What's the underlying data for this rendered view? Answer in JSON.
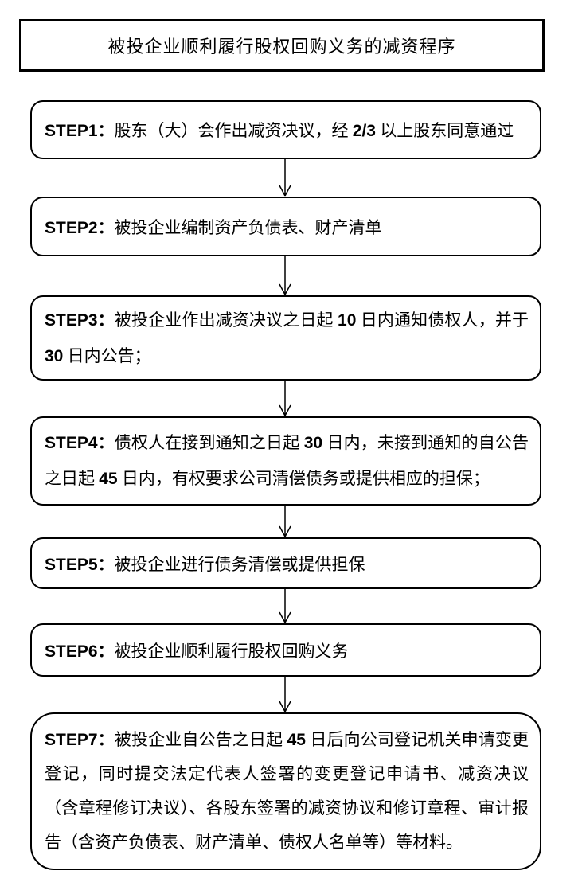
{
  "title": "被投企业顺利履行股权回购义务的减资程序",
  "colors": {
    "background": "#ffffff",
    "border": "#000000",
    "text": "#000000"
  },
  "steps": [
    {
      "id": "STEP1",
      "segments": [
        {
          "text": "STEP1：",
          "bold": true
        },
        {
          "text": "股东（大）会作出减资决议，经 ",
          "bold": false
        },
        {
          "text": "2/3",
          "bold": true
        },
        {
          "text": " 以上股东同意通过",
          "bold": false
        }
      ]
    },
    {
      "id": "STEP2",
      "segments": [
        {
          "text": "STEP2：",
          "bold": true
        },
        {
          "text": "被投企业编制资产负债表、财产清单",
          "bold": false
        }
      ]
    },
    {
      "id": "STEP3",
      "segments": [
        {
          "text": "STEP3：",
          "bold": true
        },
        {
          "text": "被投企业作出减资决议之日起 ",
          "bold": false
        },
        {
          "text": "10",
          "bold": true
        },
        {
          "text": " 日内通知债权人，并于 ",
          "bold": false
        },
        {
          "text": "30",
          "bold": true
        },
        {
          "text": " 日内公告；",
          "bold": false
        }
      ]
    },
    {
      "id": "STEP4",
      "segments": [
        {
          "text": "STEP4：",
          "bold": true
        },
        {
          "text": "债权人在接到通知之日起 ",
          "bold": false
        },
        {
          "text": "30",
          "bold": true
        },
        {
          "text": " 日内，未接到通知的自公告之日起 ",
          "bold": false
        },
        {
          "text": "45",
          "bold": true
        },
        {
          "text": " 日内，有权要求公司清偿债务或提供相应的担保；",
          "bold": false
        }
      ]
    },
    {
      "id": "STEP5",
      "segments": [
        {
          "text": "STEP5：",
          "bold": true
        },
        {
          "text": "被投企业进行债务清偿或提供担保",
          "bold": false
        }
      ]
    },
    {
      "id": "STEP6",
      "segments": [
        {
          "text": "STEP6：",
          "bold": true
        },
        {
          "text": "被投企业顺利履行股权回购义务",
          "bold": false
        }
      ]
    },
    {
      "id": "STEP7",
      "segments": [
        {
          "text": "STEP7：",
          "bold": true
        },
        {
          "text": "被投企业自公告之日起 ",
          "bold": false
        },
        {
          "text": "45",
          "bold": true
        },
        {
          "text": " 日后向公司登记机关申请变更登记，同时提交法定代表人签署的变更登记申请书、减资决议（含章程修订决议）、各股东签署的减资协议和修订章程、审计报告（含资产负债表、财产清单、债权人名单等）等材料。",
          "bold": false
        }
      ]
    }
  ]
}
